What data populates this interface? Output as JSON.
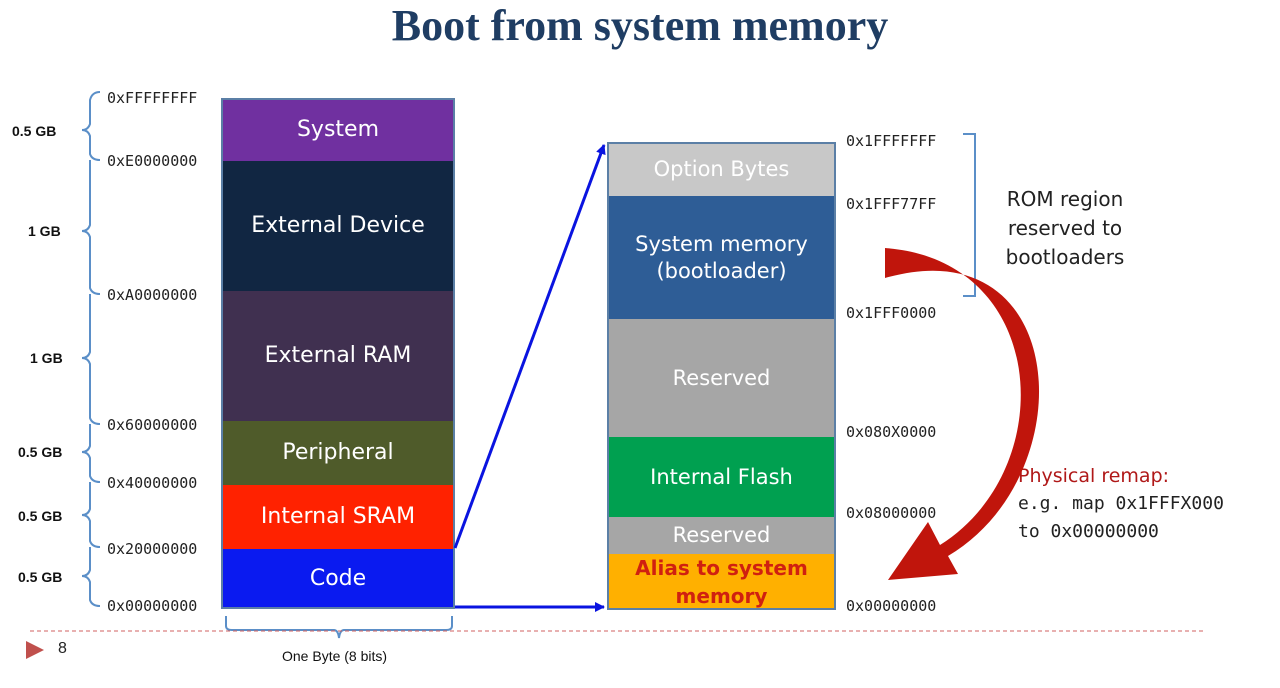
{
  "title": "Boot from system memory",
  "left_map": {
    "blocks": [
      {
        "label": "System",
        "color": "#7030a0"
      },
      {
        "label": "External Device",
        "color": "#112642"
      },
      {
        "label": "External RAM",
        "color": "#403050"
      },
      {
        "label": "Peripheral",
        "color": "#4f5b2a"
      },
      {
        "label": "Internal SRAM",
        "color": "#ff2200"
      },
      {
        "label": "Code",
        "color": "#0a1af0"
      }
    ],
    "addresses": [
      "0xFFFFFFFF",
      "0xE0000000",
      "0xA0000000",
      "0x60000000",
      "0x40000000",
      "0x20000000",
      "0x00000000"
    ],
    "sizes": [
      "0.5 GB",
      "1 GB",
      "1 GB",
      "0.5 GB",
      "0.5 GB",
      "0.5 GB"
    ],
    "width_label": "One Byte (8 bits)"
  },
  "right_map": {
    "blocks": [
      {
        "label": "Option Bytes",
        "color": "#c8c8c8"
      },
      {
        "label": "System memory\n(bootloader)",
        "color": "#2e5d96"
      },
      {
        "label": "Reserved",
        "color": "#a6a6a6"
      },
      {
        "label": "Internal Flash",
        "color": "#00a050"
      },
      {
        "label": "Reserved",
        "color": "#a6a6a6"
      },
      {
        "label": "Alias to system memory",
        "color": "#ffb000",
        "text_color": "#d02010"
      }
    ],
    "addresses": [
      "0x1FFFFFFF",
      "0x1FFF77FF",
      "0x1FFF0000",
      "0x080X0000",
      "0x08000000",
      "0x00000000"
    ]
  },
  "rom_note": [
    "ROM region",
    "reserved to",
    "bootloaders"
  ],
  "remap_note": {
    "heading": "Physical remap:",
    "line1": "e.g. map 0x1FFFX000",
    "line2": "to 0x00000000"
  },
  "footer": {
    "page_number": "8"
  },
  "colors": {
    "title": "#1f3d63",
    "arrow_blue": "#0a14e0",
    "arrow_red": "#c0150c",
    "bracket": "#5b8fc8",
    "remap_heading": "#b01818"
  }
}
